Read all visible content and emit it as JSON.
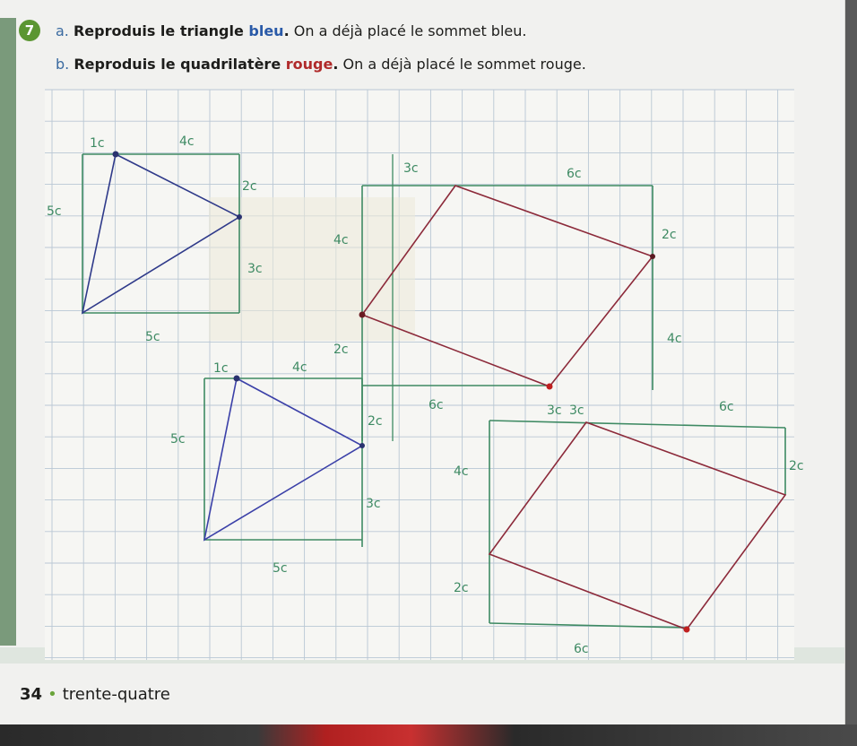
{
  "exercise": {
    "number": "7",
    "line_a": {
      "letter": "a.",
      "bold_start": "Reproduis le triangle ",
      "colored_word": "bleu",
      "bold_end": ".",
      "rest": " On a déjà placé le sommet bleu."
    },
    "line_b": {
      "letter": "b.",
      "bold_start": "Reproduis le quadrilatère ",
      "colored_word": "rouge",
      "bold_end": ".",
      "rest": " On a déjà placé le sommet rouge."
    }
  },
  "footer": {
    "page_number": "34",
    "page_words": "trente-quatre"
  },
  "colors": {
    "paper": "#f1f1ef",
    "grid": "#b9c7d4",
    "badge_green": "#5b9632",
    "blue_triangle": "#2f3a8a",
    "red_quad": "#8c2a3a",
    "pencil_green": "#3e8a63"
  },
  "annotations": {
    "t1_top_left": "1c",
    "t1_top": "4c",
    "t1_left": "5c",
    "t1_right_top": "2c",
    "t1_right_bottom": "3c",
    "t1_bottom": "5c",
    "t2_top_left": "1c",
    "t2_top": "4c",
    "t2_left": "5c",
    "t2_right_top": "2c",
    "t2_right_bottom": "3c",
    "t2_bottom": "5c",
    "q1_top_left": "3c",
    "q1_top": "6c",
    "q1_left_top": "4c",
    "q1_left_bottom": "2c",
    "q1_right_top": "2c",
    "q1_right_bottom": "4c",
    "q1_bottom_left": "6c",
    "q1_bottom_right": "3c",
    "q2_top_left": "3c",
    "q2_top": "6c",
    "q2_right": "2c",
    "q2_left_top": "4c",
    "q2_left_bottom": "2c",
    "q2_bottom": "6c"
  }
}
